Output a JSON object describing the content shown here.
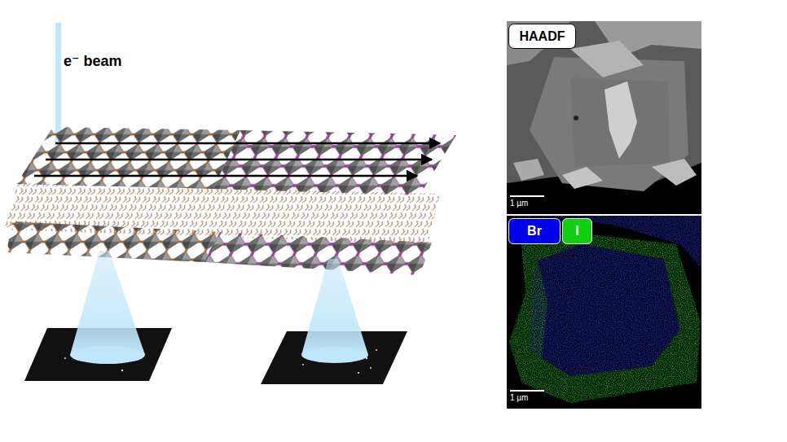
{
  "diagram": {
    "nodes": [
      {
        "text": [
          "HAADF"
        ]
      },
      {
        "text": [
          "Br"
        ]
      },
      {
        "text": [
          "I"
        ]
      }
    ],
    "labels": [
      "e⁻ beam",
      "1 µm",
      "1 µm"
    ]
  }
}
